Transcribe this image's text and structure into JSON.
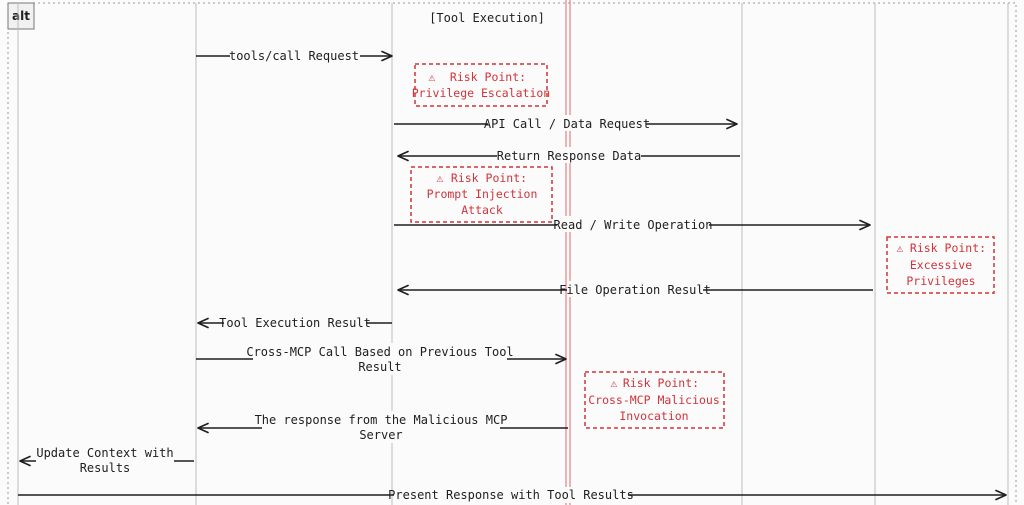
{
  "frame": {
    "tag": "alt",
    "title": "[Tool Execution]"
  },
  "messages": {
    "m1": "tools/call Request",
    "m2": "API Call / Data Request",
    "m3": "Return Response Data",
    "m4": "Read / Write Operation",
    "m5": "File Operation Result",
    "m6": "Tool Execution Result",
    "m7_line1": "Cross-MCP Call Based on Previous Tool",
    "m7_line2": "Result",
    "m8_line1": "The response from the Malicious MCP",
    "m8_line2": "Server",
    "m9_line1": "Update Context with",
    "m9_line2": "Results",
    "m10": "Present Response with Tool Results"
  },
  "risks": {
    "r1": {
      "line1": "Risk Point:",
      "line2": "Privilege Escalation"
    },
    "r2": {
      "line1": "Risk Point:",
      "line2": "Prompt Injection",
      "line3": "Attack"
    },
    "r3": {
      "line1": "Risk Point:",
      "line2": "Excessive",
      "line3": "Privileges"
    },
    "r4": {
      "line1": "Risk Point:",
      "line2": "Cross-MCP Malicious",
      "line3": "Invocation"
    }
  },
  "icons": {
    "warning": "warning-icon",
    "warning_glyph": "⚠"
  },
  "colors": {
    "risk": "#d0343a",
    "highlight_lifeline": "#e26a6a",
    "ink": "#1e1e1e"
  }
}
